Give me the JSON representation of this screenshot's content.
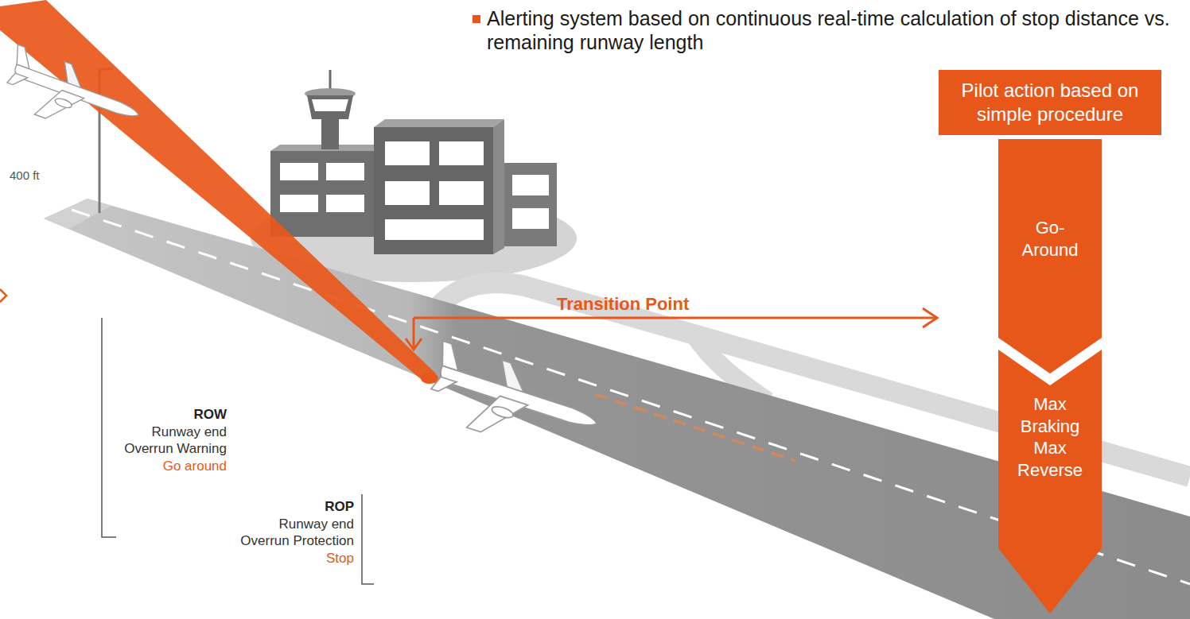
{
  "diagram": {
    "nodes": [
      {
        "text": [
          "Pilot action based on simple procedure"
        ]
      },
      {
        "text": [
          "Go-Around"
        ]
      },
      {
        "text": [
          "Max Braking Max Reverse"
        ]
      }
    ],
    "labels": [
      "Alerting system based on continuous real-time calculation of stop distance vs. remaining runway length",
      "400 ft",
      "Transition Point",
      "ROW",
      "Runway end Overrun Warning",
      "Go around",
      "ROP",
      "Runway end Overrun Protection",
      "Stop"
    ]
  }
}
